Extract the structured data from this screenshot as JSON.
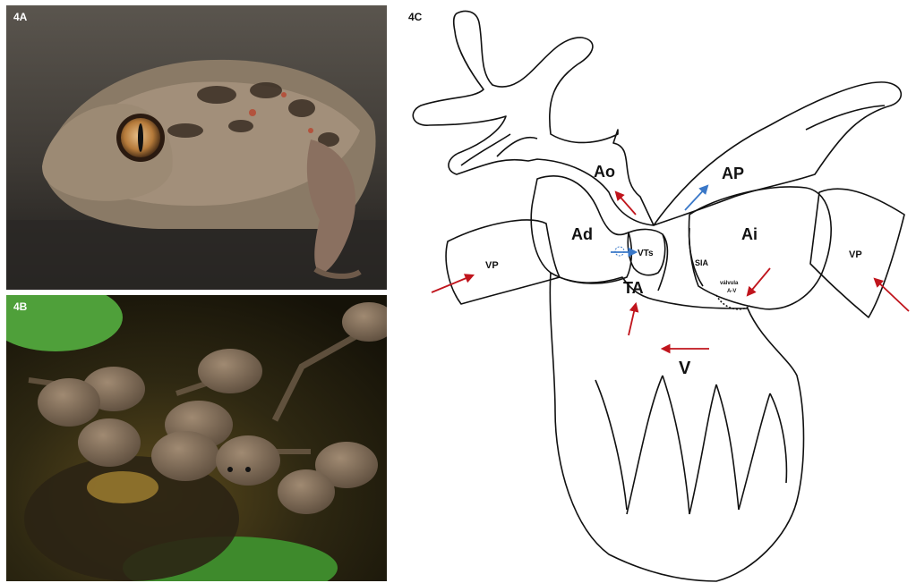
{
  "panels": {
    "a": {
      "tag": "4A",
      "subject": "frog photograph"
    },
    "b": {
      "tag": "4B",
      "subject": "tadpoles photograph"
    },
    "c": {
      "tag": "4C",
      "subject": "heart diagram"
    }
  },
  "diagram": {
    "labels": {
      "ao": "Ao",
      "ap": "AP",
      "ad": "Ad",
      "ai": "Ai",
      "vts": "VTs",
      "ta": "TA",
      "v": "V",
      "sia": "SIA",
      "vp_left": "VP",
      "vp_right": "VP",
      "valvula_line1": "válvula",
      "valvula_line2": "A-V"
    },
    "colors": {
      "oxygenated_arrow": "#c0141c",
      "deoxygenated_arrow": "#3a78c8",
      "outline": "#111111"
    }
  }
}
